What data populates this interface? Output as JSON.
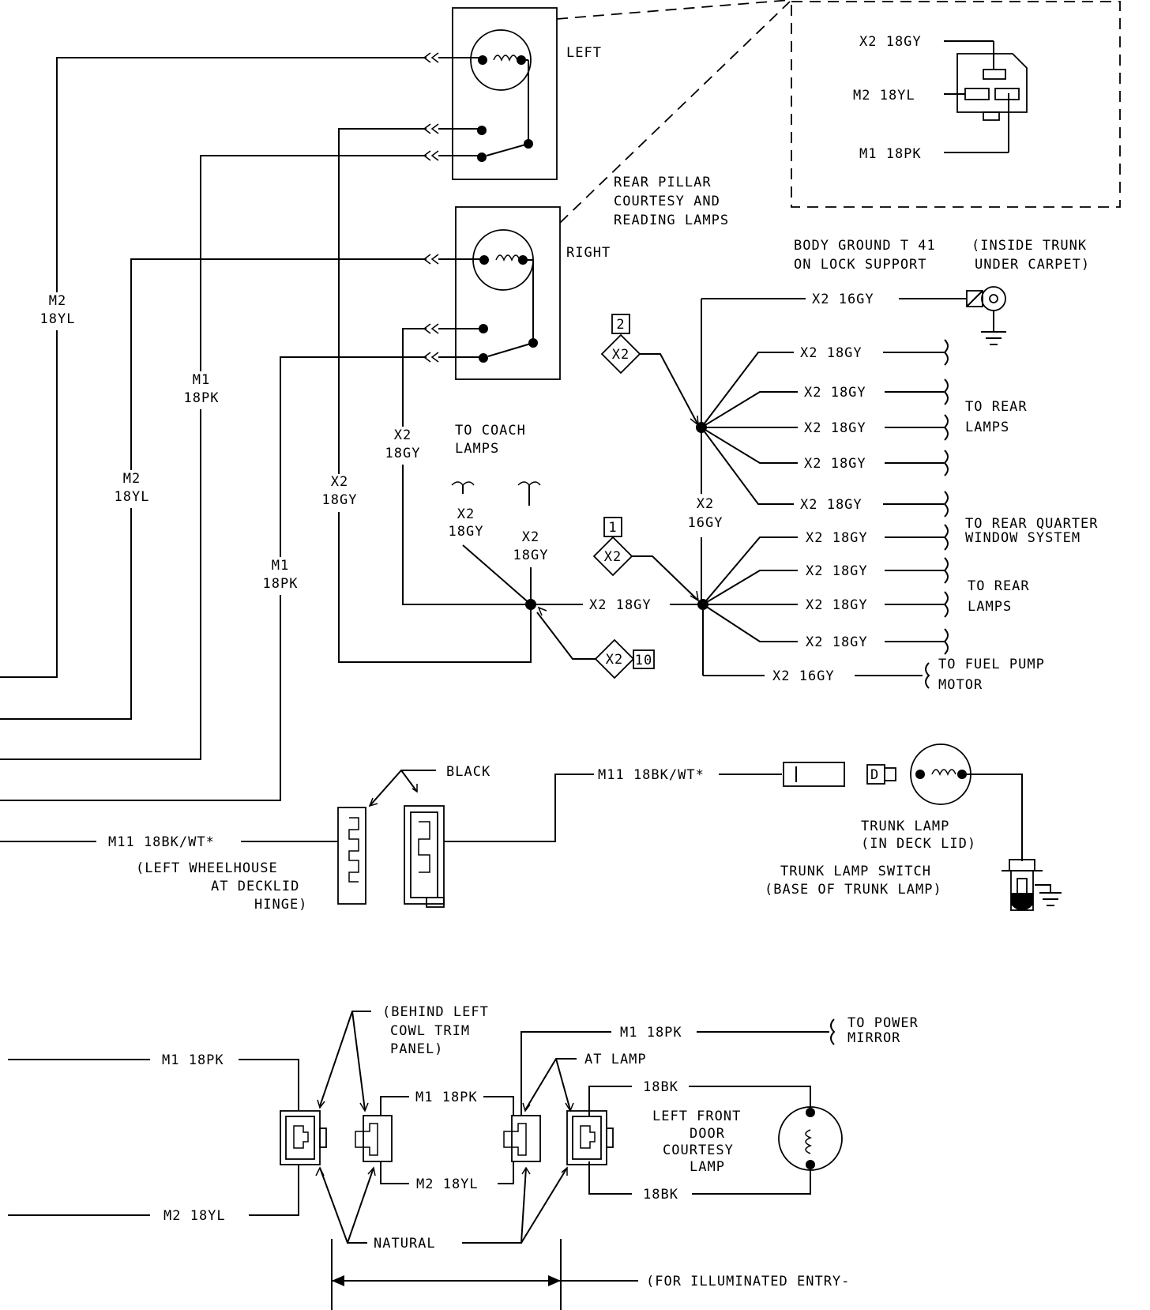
{
  "labels": {
    "left": "LEFT",
    "right": "RIGHT",
    "rear_pillar_1": "REAR PILLAR",
    "rear_pillar_2": "COURTESY AND",
    "rear_pillar_3": "READING LAMPS",
    "inset_x2": "X2 18GY",
    "inset_m2": "M2 18YL",
    "inset_m1": "M1 18PK",
    "m2_18yl_a_1": "M2",
    "m2_18yl_a_2": "18YL",
    "m1_18pk_a_1": "M1",
    "m1_18pk_a_2": "18PK",
    "m2_18yl_b_1": "M2",
    "m2_18yl_b_2": "18YL",
    "m1_18pk_b_1": "M1",
    "m1_18pk_b_2": "18PK",
    "x2_18gy_a_1": "X2",
    "x2_18gy_a_2": "18GY",
    "x2_18gy_b_1": "X2",
    "x2_18gy_b_2": "18GY",
    "to_coach_1": "TO COACH",
    "to_coach_2": "LAMPS",
    "coach_x2_a_1": "X2",
    "coach_x2_a_2": "18GY",
    "coach_x2_b_1": "X2",
    "coach_x2_b_2": "18GY",
    "x2_18gy_mid": "X2 18GY",
    "splice_x2": "X2",
    "splice_num_2": "2",
    "splice_num_1": "1",
    "splice_num_10": "10",
    "x2_16gy_vert_1": "X2",
    "x2_16gy_vert_2": "16GY",
    "body_ground_1": "BODY GROUND T 41",
    "body_ground_2": "ON LOCK SUPPORT",
    "inside_trunk_1": "(INSIDE TRUNK",
    "inside_trunk_2": "UNDER CARPET)",
    "x2_16gy_top": "X2 16GY",
    "x2_18gy_r1": "X2 18GY",
    "x2_18gy_r2": "X2 18GY",
    "x2_18gy_r3": "X2 18GY",
    "x2_18gy_r4": "X2 18GY",
    "x2_18gy_r5": "X2 18GY",
    "x2_18gy_r6": "X2 18GY",
    "x2_18gy_r7": "X2 18GY",
    "x2_18gy_r8": "X2 18GY",
    "x2_18gy_r9": "X2 18GY",
    "x2_16gy_bot": "X2 16GY",
    "to_rear_lamps_a_1": "TO REAR",
    "to_rear_lamps_a_2": "LAMPS",
    "to_rear_quarter_1": "TO REAR QUARTER",
    "to_rear_quarter_2": "WINDOW SYSTEM",
    "to_rear_lamps_b_1": "TO REAR",
    "to_rear_lamps_b_2": "LAMPS",
    "to_fuel_1": "TO FUEL PUMP",
    "to_fuel_2": "MOTOR",
    "black": "BLACK",
    "m11_right": "M11 18BK/WT*",
    "m11_left": "M11 18BK/WT*",
    "left_wheelhouse_1": "(LEFT WHEELHOUSE",
    "left_wheelhouse_2": "AT DECKLID",
    "left_wheelhouse_3": "HINGE)",
    "trunk_lamp_1": "TRUNK LAMP",
    "trunk_lamp_2": "(IN DECK LID)",
    "trunk_switch_1": "TRUNK LAMP SWITCH",
    "trunk_switch_2": "(BASE OF TRUNK LAMP)",
    "bottom_m1_left": "M1 18PK",
    "bottom_m2_left": "M2 18YL",
    "behind_cowl_1": "(BEHIND LEFT",
    "behind_cowl_2": "COWL TRIM",
    "behind_cowl_3": "PANEL)",
    "bottom_m1_top": "M1 18PK",
    "to_power_1": "TO POWER",
    "to_power_2": "MIRROR",
    "at_lamp": "AT LAMP",
    "bottom_m1_mid": "M1 18PK",
    "bottom_m2_mid": "M2 18YL",
    "bk_top": "18BK",
    "bk_bot": "18BK",
    "left_front_1": "LEFT FRONT",
    "left_front_2": "DOOR",
    "left_front_3": "COURTESY",
    "left_front_4": "LAMP",
    "natural": "NATURAL",
    "illuminated": "(FOR ILLUMINATED ENTRY-"
  }
}
